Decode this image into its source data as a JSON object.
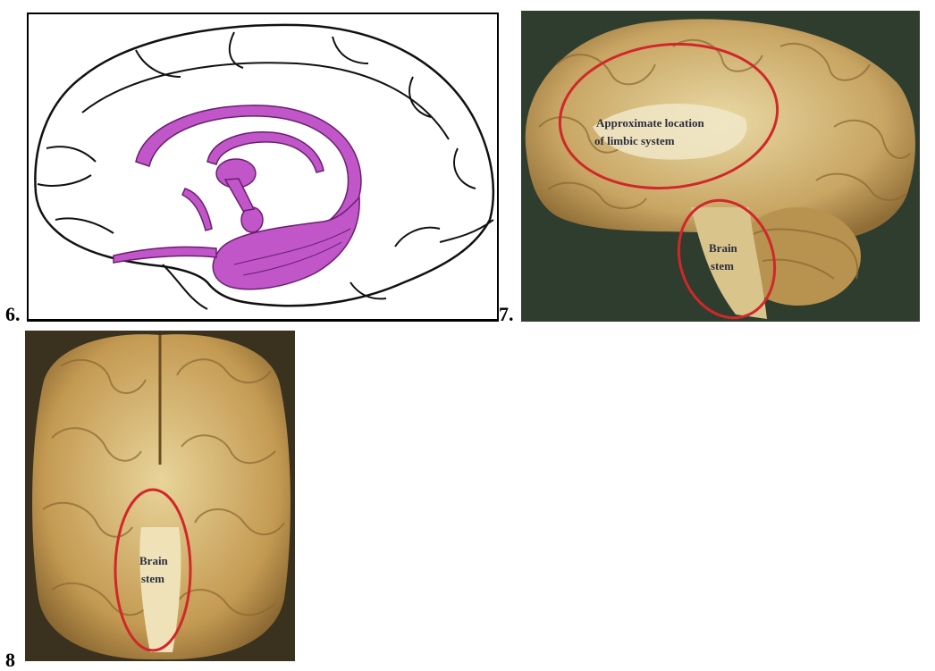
{
  "figures": [
    {
      "number": "6.",
      "subject": "medial view of brain with limbic structures highlighted",
      "accent_color": "#c156c8"
    },
    {
      "number": "7.",
      "annotations": {
        "limbic": [
          "Approximate location",
          "of limbic system"
        ],
        "brainstem": [
          "Brain",
          "stem"
        ]
      },
      "marker_color": "#d0282a"
    },
    {
      "number": "8",
      "annotations": {
        "brainstem": [
          "Brain",
          "stem"
        ]
      },
      "marker_color": "#d0282a"
    }
  ]
}
